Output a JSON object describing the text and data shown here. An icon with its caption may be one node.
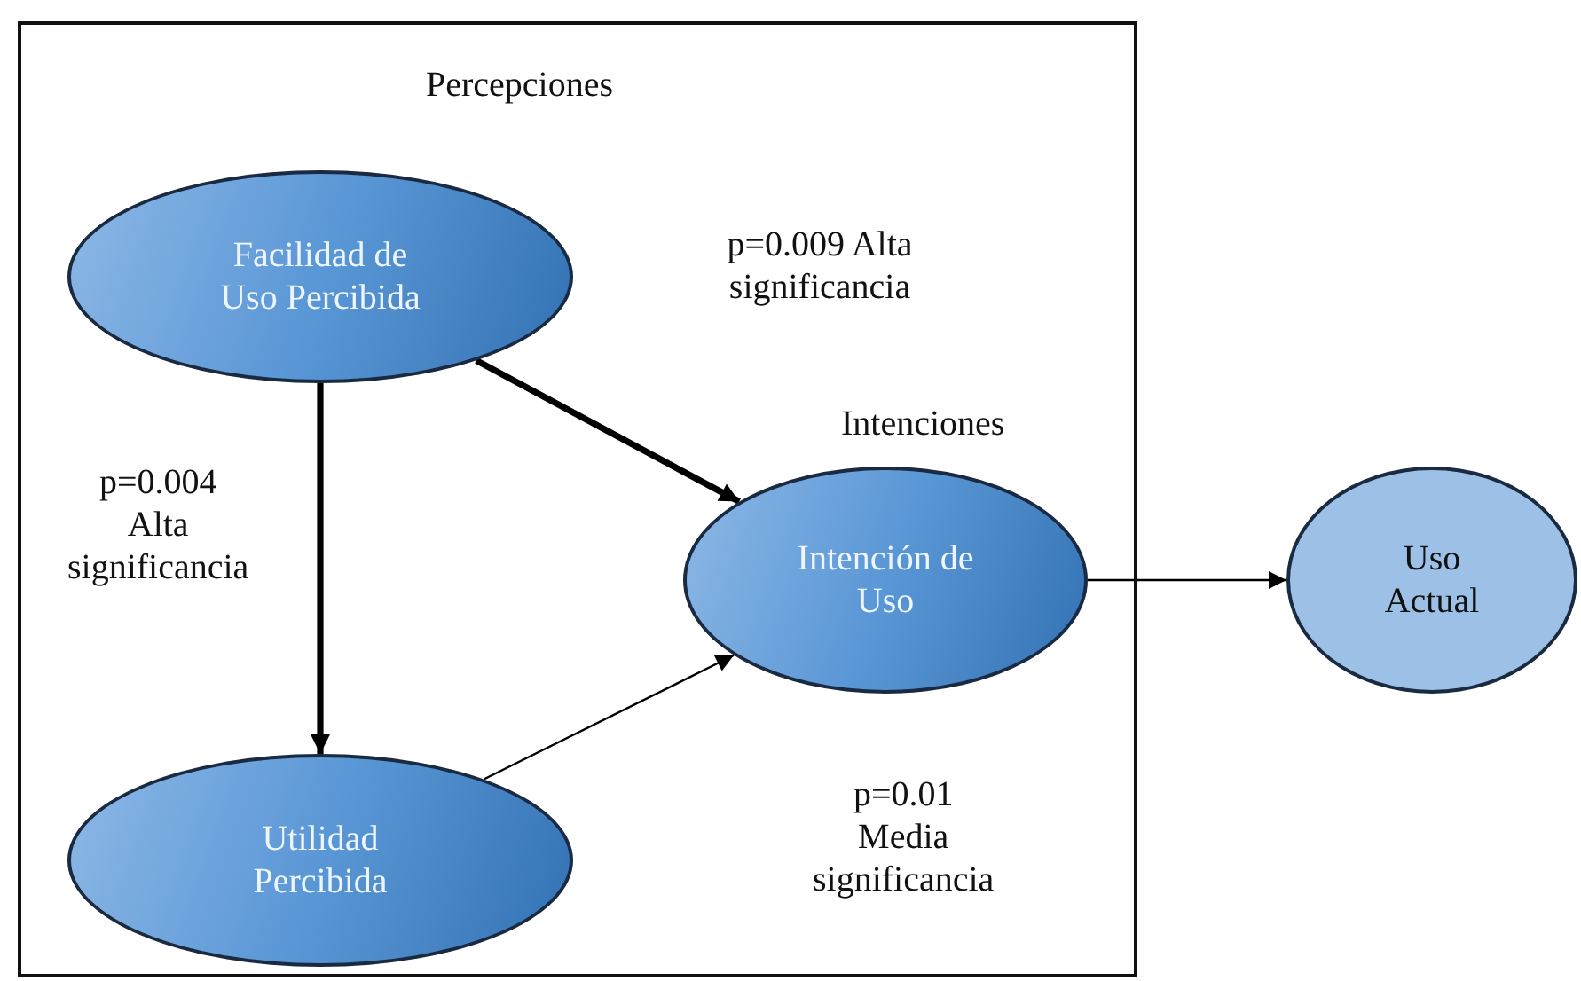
{
  "diagram": {
    "nodes": [
      {
        "text": [
          "Percepciones"
        ]
      },
      {
        "text": [
          "Facilidad de Uso Percibida"
        ],
        "in": 0
      },
      {
        "text": [
          "Utilidad Percibida"
        ],
        "in": 0
      },
      {
        "text": [
          "Intención de Uso"
        ],
        "in": 0,
        "beside": [
          "Intenciones"
        ]
      },
      {
        "text": [
          "Uso Actual"
        ]
      }
    ],
    "edges": [
      {
        "from": 1,
        "to": 3,
        "arrow": "to",
        "label": "p=0.009 Alta significancia",
        "style": "thick"
      },
      {
        "from": 1,
        "to": 2,
        "arrow": "to",
        "label": "p=0.004 Alta significancia",
        "style": "thick"
      },
      {
        "from": 2,
        "to": 3,
        "arrow": "to",
        "label": "p=0.01 Media significancia"
      },
      {
        "from": 3,
        "to": 4,
        "arrow": "to"
      }
    ]
  }
}
